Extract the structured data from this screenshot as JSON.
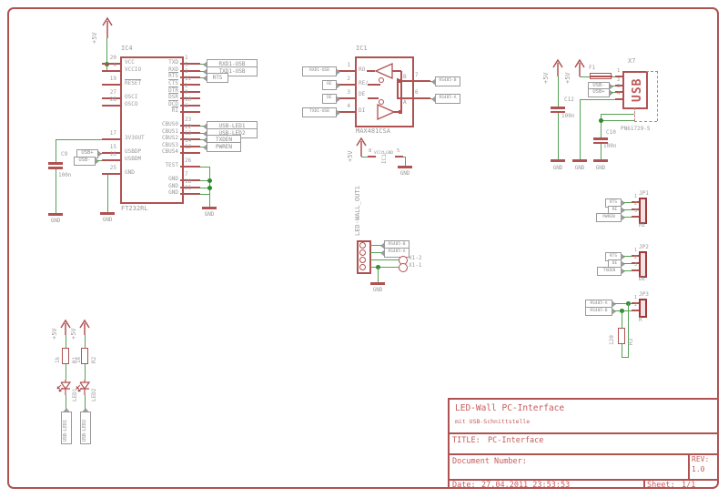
{
  "labels": {
    "p5v": "+5V",
    "gnd": "GND"
  },
  "ic4": {
    "ref": "IC4",
    "value": "FT232RL",
    "pins_left": [
      {
        "n": "20",
        "name": "VCC"
      },
      {
        "n": "4",
        "name": "VCCIO"
      },
      {
        "n": "19",
        "name": "RESET"
      },
      {
        "n": "27",
        "name": "OSCI"
      },
      {
        "n": "28",
        "name": "OSCO"
      },
      {
        "n": "17",
        "name": "3V3OUT"
      },
      {
        "n": "15",
        "name": "USBDP"
      },
      {
        "n": "16",
        "name": "USBDM"
      },
      {
        "n": "25",
        "name": "GND"
      }
    ],
    "pins_right": [
      {
        "n": "1",
        "name": "TXD"
      },
      {
        "n": "5",
        "name": "RXD"
      },
      {
        "n": "3",
        "name": "RTS"
      },
      {
        "n": "11",
        "name": "CTS"
      },
      {
        "n": "2",
        "name": "DTR"
      },
      {
        "n": "9",
        "name": "DSR"
      },
      {
        "n": "10",
        "name": "DCD"
      },
      {
        "n": "6",
        "name": "RI"
      },
      {
        "n": "23",
        "name": "CBUS0"
      },
      {
        "n": "22",
        "name": "CBUS1"
      },
      {
        "n": "13",
        "name": "CBUS2"
      },
      {
        "n": "14",
        "name": "CBUS3"
      },
      {
        "n": "12",
        "name": "CBUS4"
      },
      {
        "n": "26",
        "name": "TEST"
      },
      {
        "n": "7",
        "name": "GND"
      },
      {
        "n": "18",
        "name": "GND"
      },
      {
        "n": "21",
        "name": "GND"
      }
    ],
    "flag_txd": "RXD1-USB",
    "flag_rxd": "TXD1-USB",
    "flag_rts": "RTS",
    "flag_cbus0": "USB-LED1",
    "flag_cbus1": "USB-LED2",
    "flag_cbus2": "TXDEN",
    "flag_cbus3": "PWREN",
    "flag_usbdp": "USB+",
    "flag_usbdm": "USB-"
  },
  "c9": {
    "ref": "C9",
    "value": "100n"
  },
  "ic1": {
    "ref": "IC1",
    "value": "MAX481CSA",
    "pins_left": [
      {
        "n": "1",
        "name": "RO"
      },
      {
        "n": "2",
        "name": "RE/"
      },
      {
        "n": "3",
        "name": "DE"
      },
      {
        "n": "4",
        "name": "DI"
      }
    ],
    "pins_right": [
      {
        "n": "7",
        "name": "B"
      },
      {
        "n": "6",
        "name": "A"
      }
    ],
    "flag_ro": "RXD1-USB",
    "flag_re": "RE",
    "flag_de": "DE",
    "flag_di": "TXD1-USB",
    "flag_b": "RS485-B",
    "flag_a": "RS485-A"
  },
  "ic1p": {
    "ref": "IC1P",
    "vcc_num": "8",
    "vcc_name": "VCC",
    "gnd_name": "GND",
    "gnd_num": "5"
  },
  "out1": {
    "ref": "LED-WALL_OUT1",
    "flag_b": "RS485-B",
    "flag_a": "RS485-A",
    "pad2": "X1-2",
    "pad1": "X1-1"
  },
  "usb": {
    "ref": "X7",
    "value": "PN61729-S",
    "display": "USB",
    "fuse_ref": "F1",
    "pins": [
      "1",
      "2",
      "3",
      "4"
    ],
    "flag_dm": "USB-",
    "flag_dp": "USB+"
  },
  "c12": {
    "ref": "C12",
    "value": "100n"
  },
  "c10": {
    "ref": "C10",
    "value": "100n"
  },
  "jp1": {
    "ref": "JP1",
    "label": "RE",
    "pins": [
      "1",
      "2",
      "3"
    ],
    "flag_1": "RTS",
    "flag_2": "RE",
    "flag_3": "PWREN"
  },
  "jp2": {
    "ref": "JP2",
    "label": "DE",
    "pins": [
      "1",
      "2",
      "3"
    ],
    "flag_1": "RTS",
    "flag_2": "DE",
    "flag_3": "TXDEN"
  },
  "jp3": {
    "ref": "JP3",
    "label": "R",
    "pins": [
      "1",
      "2"
    ],
    "flag_1": "RS485-A",
    "flag_2": "RS485-B"
  },
  "r3": {
    "ref": "R3",
    "value": "120"
  },
  "led_branch1": {
    "res_ref": "R1",
    "res_value": "1k",
    "led_ref": "LED1",
    "flag": "USB-LED1"
  },
  "led_branch2": {
    "res_ref": "R2",
    "res_value": "1k",
    "led_ref": "LED2",
    "flag": "USB-LED2"
  },
  "title_block": {
    "project": "LED-Wall PC-Interface",
    "subtitle": "mit USB-Schnittstelle",
    "title_label": "TITLE:",
    "title": "PC-Interface",
    "doc_label": "Document Number:",
    "rev_label": "REV:",
    "rev": "1.0",
    "date_label": "Date:",
    "date": "27.04.2011 23:53:53",
    "sheet_label": "Sheet:",
    "sheet": "1/1"
  }
}
